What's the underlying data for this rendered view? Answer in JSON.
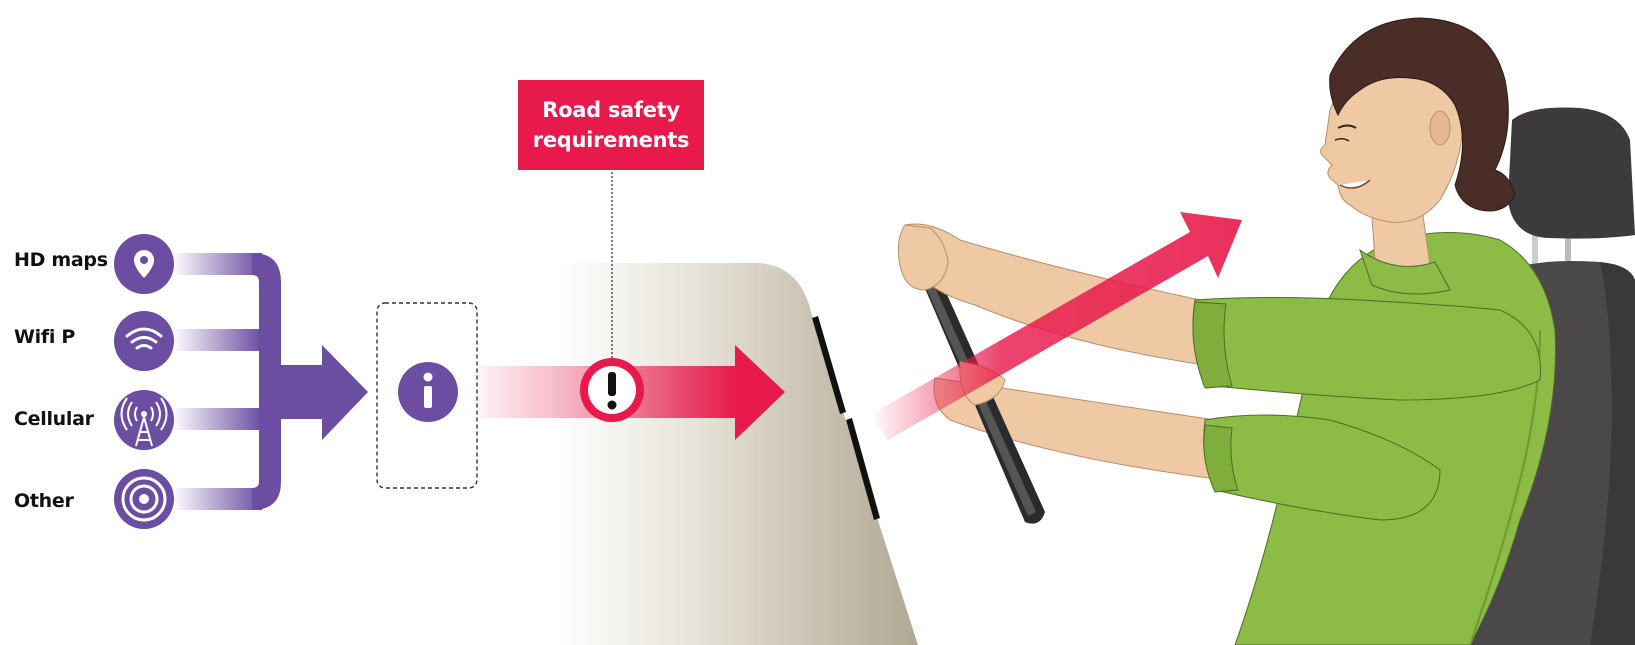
{
  "sources": [
    {
      "label": "HD maps",
      "icon": "map-pin-icon"
    },
    {
      "label": "Wifi P",
      "icon": "wifi-icon"
    },
    {
      "label": "Cellular",
      "icon": "cell-tower-icon"
    },
    {
      "label": "Other",
      "icon": "target-icon"
    }
  ],
  "callout": {
    "line1": "Road safety",
    "line2": "requirements"
  },
  "colors": {
    "purple": "#6b4ea2",
    "pink": "#e8194b",
    "shirt": "#8cbb46",
    "seat": "#4a4848",
    "skin": "#efc9a4",
    "hair": "#4a2d26"
  }
}
